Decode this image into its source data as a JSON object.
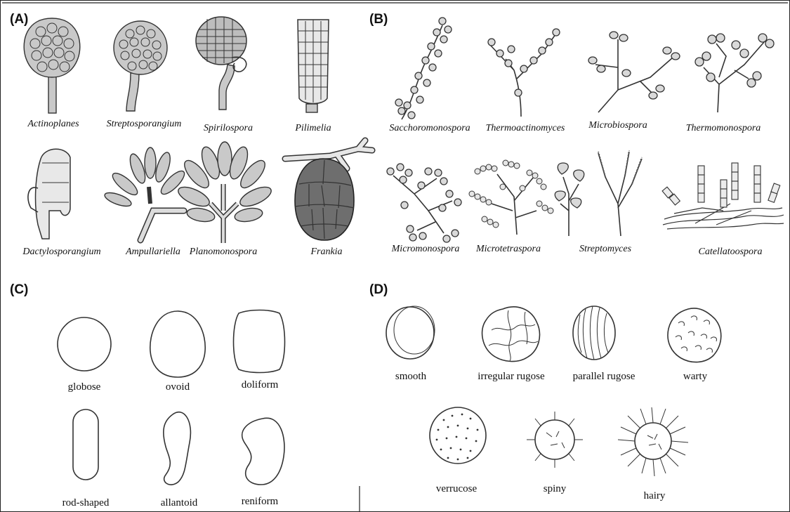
{
  "panels": {
    "a": {
      "label": "(A)",
      "genera": [
        "Actinoplanes",
        "Streptosporangium",
        "Spirilospora",
        "Pilimelia",
        "Dactylosporangium",
        "Ampullariella",
        "Planomonospora",
        "Frankia"
      ]
    },
    "b": {
      "label": "(B)",
      "genera": [
        "Sacchoromonospora",
        "Thermoactinomyces",
        "Microbiospora",
        "Thermomonospora",
        "Micromonospora",
        "Microtetraspora",
        "Streptomyces",
        "Catellatoospora"
      ]
    },
    "c": {
      "label": "(C)",
      "shapes": [
        "globose",
        "ovoid",
        "doliform",
        "rod-shaped",
        "allantoid",
        "reniform"
      ]
    },
    "d": {
      "label": "(D)",
      "ornamentations": [
        "smooth",
        "irregular rugose",
        "parallel rugose",
        "warty",
        "verrucose",
        "spiny",
        "hairy"
      ]
    }
  },
  "colors": {
    "frame": "#222222",
    "outline": "#333333",
    "sporangium_fill": "#c9c9c9",
    "frankia_fill": "#6e6e6e"
  }
}
